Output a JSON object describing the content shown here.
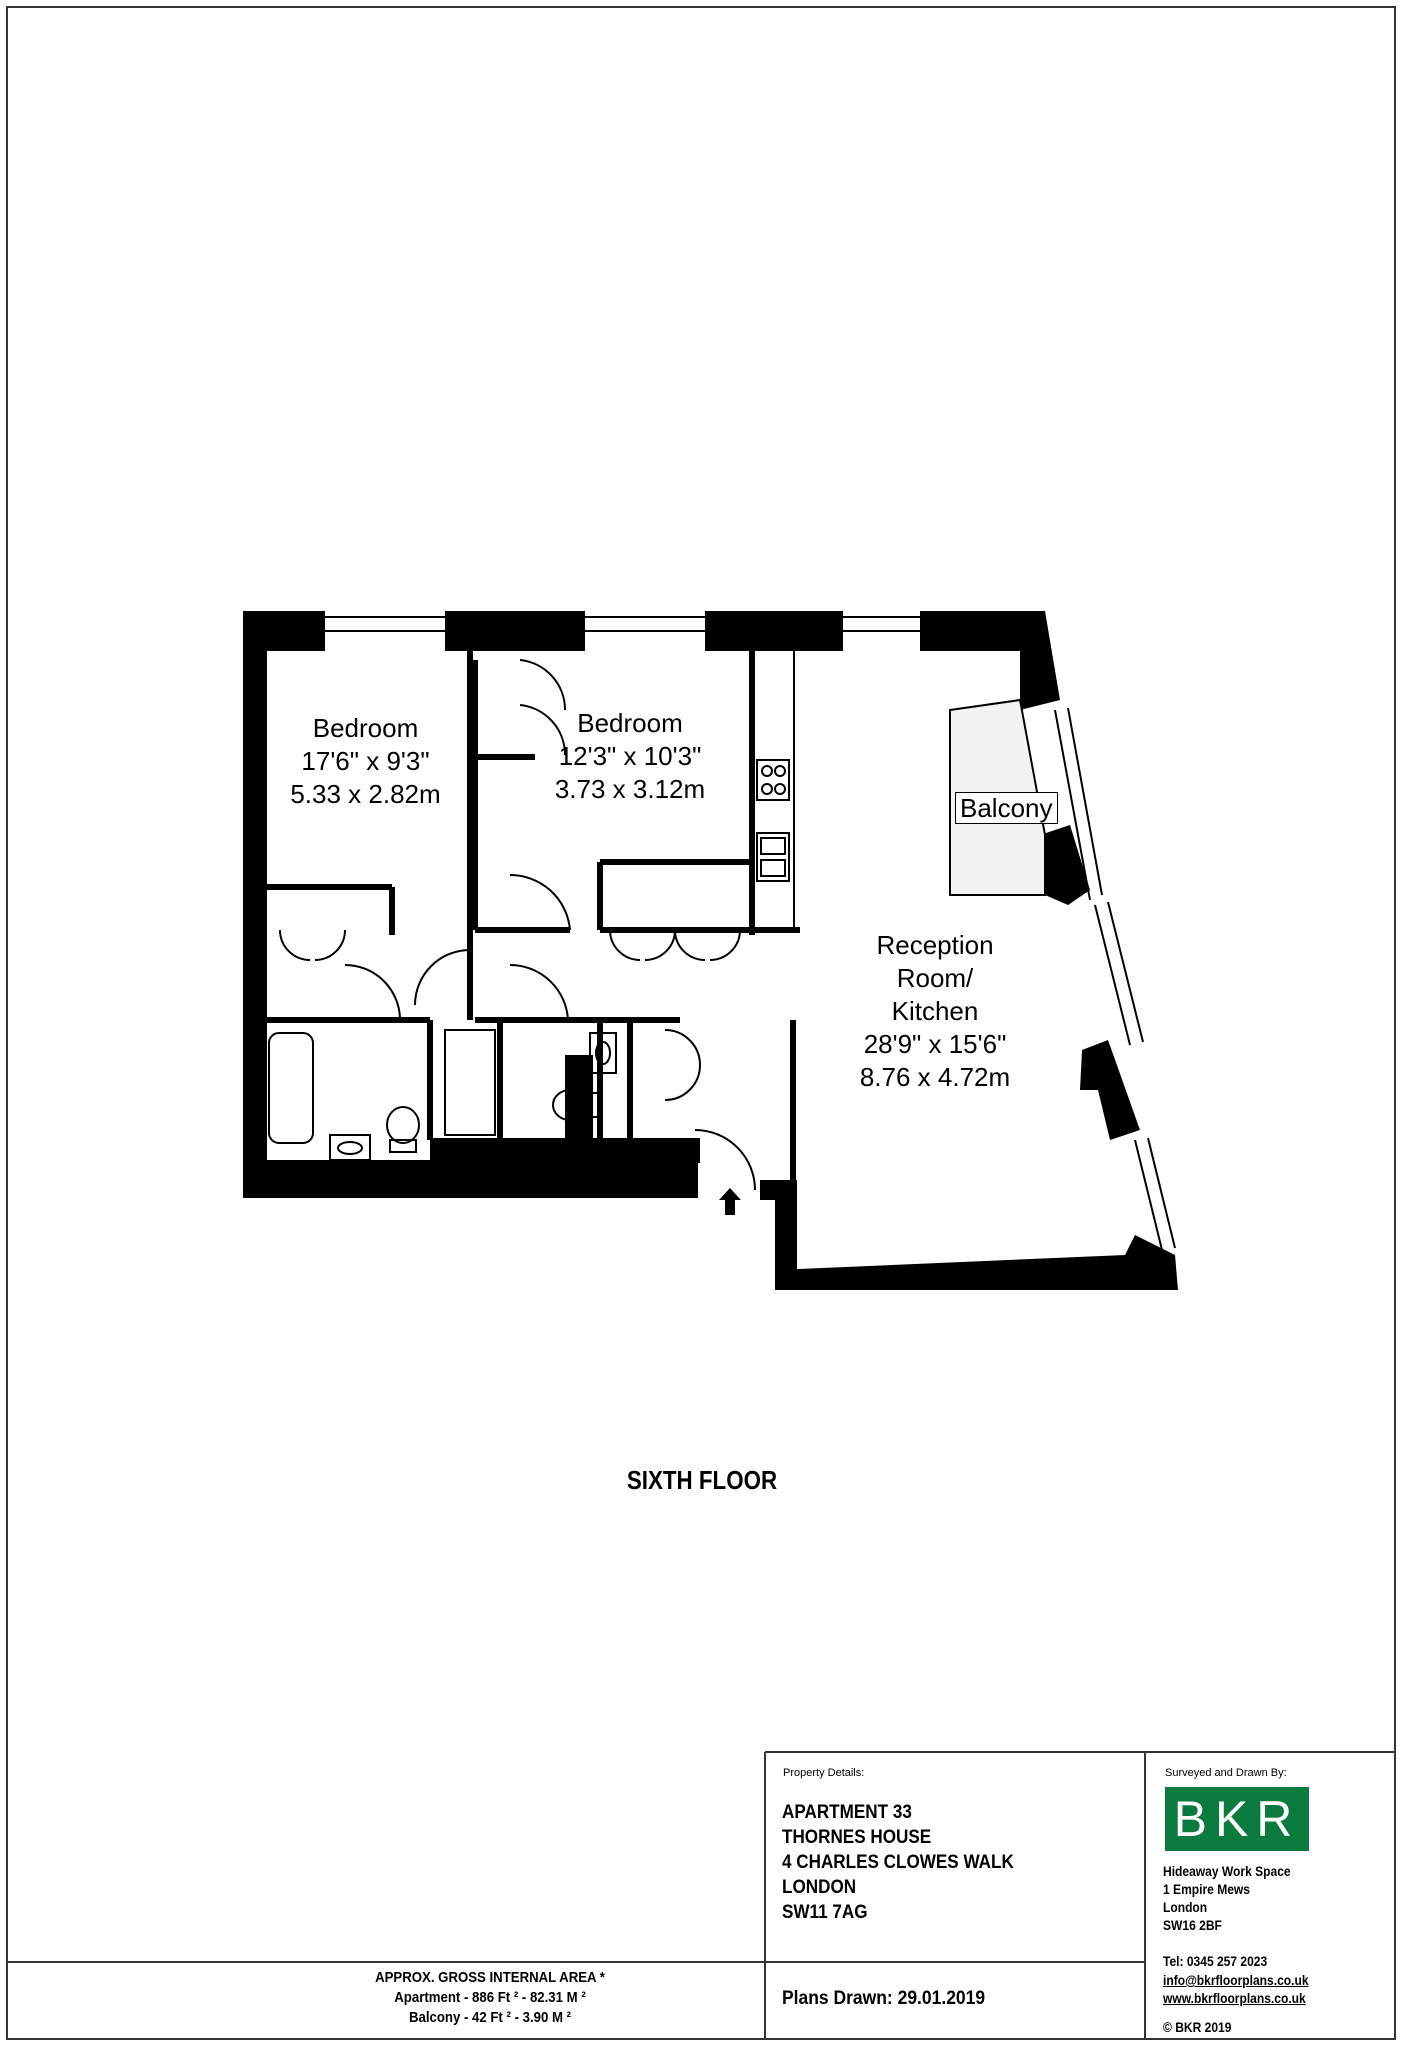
{
  "rooms": {
    "bedroom1": {
      "name": "Bedroom",
      "imperial": "17'6\" x 9'3\"",
      "metric": "5.33 x 2.82m"
    },
    "bedroom2": {
      "name": "Bedroom",
      "imperial": "12'3\" x 10'3\"",
      "metric": "3.73 x 3.12m"
    },
    "reception": {
      "line1": "Reception",
      "line2": "Room/",
      "line3": "Kitchen",
      "imperial": "28'9\" x 15'6\"",
      "metric": "8.76 x 4.72m"
    },
    "balcony": {
      "name": "Balcony"
    }
  },
  "floor_title": "SIXTH FLOOR",
  "property": {
    "heading": "Property Details:",
    "lines": [
      "APARTMENT 33",
      "THORNES HOUSE",
      "4 CHARLES CLOWES WALK",
      "LONDON",
      "SW11 7AG"
    ]
  },
  "area": {
    "heading": "APPROX. GROSS INTERNAL AREA *",
    "apartment": "Apartment - 886 Ft ²  -  82.31 M ²",
    "balcony": "Balcony - 42 Ft ²  -  3.90 M ²"
  },
  "plans_drawn": "Plans Drawn: 29.01.2019",
  "surveyor": {
    "heading": "Surveyed and Drawn By:",
    "logo": "BKR",
    "address": [
      "Hideaway Work Space",
      "1 Empire Mews",
      "London",
      "SW16 2BF"
    ],
    "tel": "Tel:  0345 257 2023",
    "email": "info@bkrfloorplans.co.uk",
    "web": "www.bkrfloorplans.co.uk",
    "copyright": "©  BKR 2019"
  }
}
